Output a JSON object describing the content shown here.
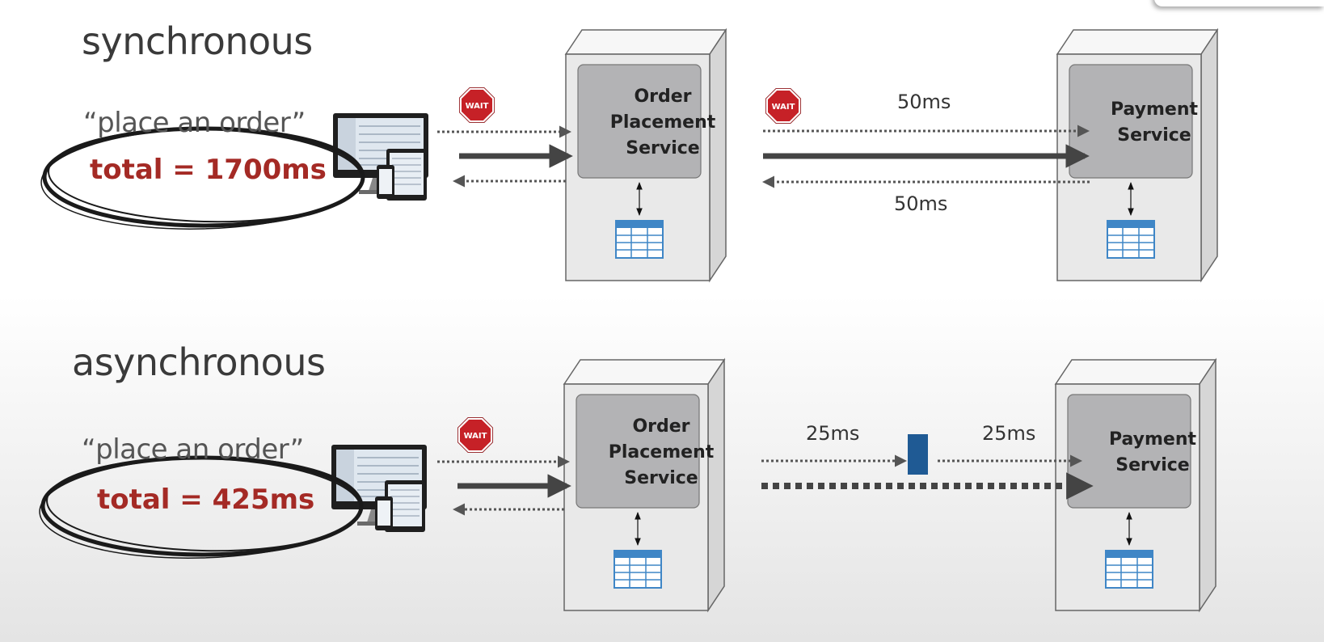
{
  "synchronous": {
    "title": "synchronous",
    "quote": "“place an order”",
    "total": "total = 1700ms",
    "wait_badges": [
      "WAIT",
      "WAIT"
    ],
    "service_a": "Order Placement Service",
    "service_b": "Payment Service",
    "request_latency": "50ms",
    "response_latency": "50ms"
  },
  "asynchronous": {
    "title": "asynchronous",
    "quote": "“place an order”",
    "total": "total = 425ms",
    "wait_badges": [
      "WAIT"
    ],
    "service_a": "Order Placement Service",
    "service_b": "Payment Service",
    "latency_to_queue": "25ms",
    "latency_from_queue": "25ms"
  },
  "colors": {
    "total_text": "#a42a25",
    "arrow": "#444444",
    "server_face": "#e9e9e9",
    "service_panel": "#b3b3b5",
    "database": "#3f86c6",
    "queue": "#1f5a94",
    "wait_sign": "#c62127"
  },
  "icons": [
    "devices-icon",
    "wait-stop-sign-icon",
    "server-icon",
    "database-table-icon",
    "message-queue-icon"
  ]
}
